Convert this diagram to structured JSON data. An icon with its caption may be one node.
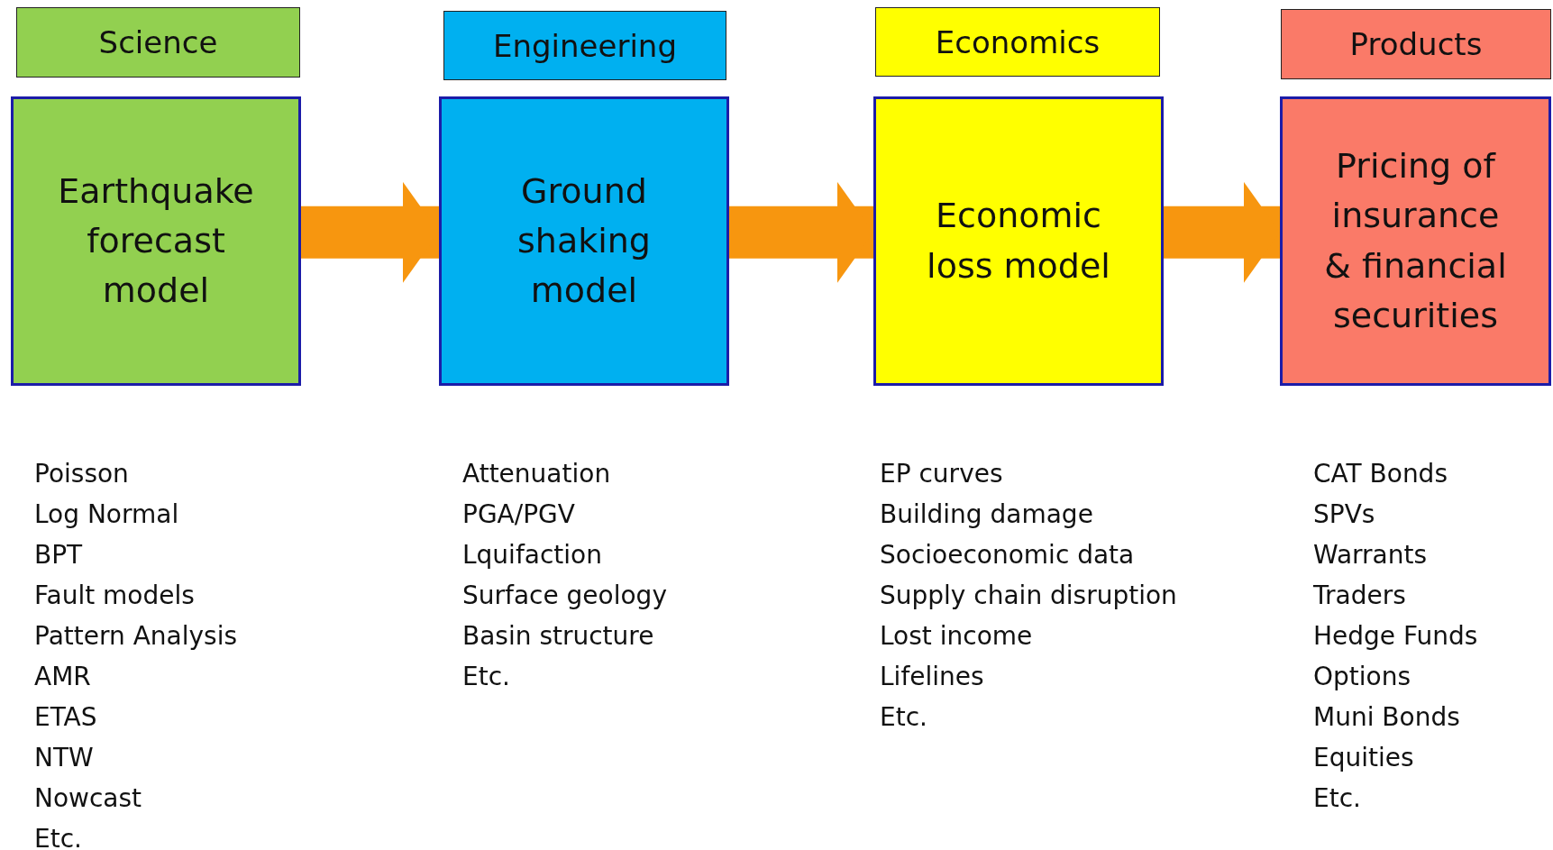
{
  "diagram": {
    "nodes": [
      {
        "text": [
          "Science"
        ]
      },
      {
        "text": [
          "Earthquake forecast model"
        ],
        "beside": [
          "Poisson",
          "Log Normal",
          "BPT",
          "Fault models",
          "Pattern Analysis",
          "AMR",
          "ETAS",
          "NTW",
          "Nowcast",
          "Etc."
        ]
      },
      {
        "text": [
          "Engineering"
        ]
      },
      {
        "text": [
          "Ground shaking model"
        ],
        "beside": [
          "Attenuation",
          "PGA/PGV",
          "Lquifaction",
          "Surface geology",
          "Basin structure",
          "Etc."
        ]
      },
      {
        "text": [
          "Economics"
        ]
      },
      {
        "text": [
          "Economic loss model"
        ],
        "beside": [
          "EP curves",
          "Building damage",
          "Socioeconomic data",
          "Supply chain disruption",
          "Lost income",
          "Lifelines",
          "Etc."
        ]
      },
      {
        "text": [
          "Products"
        ]
      },
      {
        "text": [
          "Pricing of insurance & financial securities"
        ],
        "beside": [
          "CAT Bonds",
          "SPVs",
          "Warrants",
          "Traders",
          "Hedge Funds",
          "Options",
          "Muni Bonds",
          "Equities",
          "Etc."
        ]
      }
    ],
    "edges": [
      {
        "from": 1,
        "to": 3,
        "arrow": "to"
      },
      {
        "from": 3,
        "to": 5,
        "arrow": "to"
      },
      {
        "from": 5,
        "to": 7,
        "arrow": "to"
      }
    ]
  }
}
